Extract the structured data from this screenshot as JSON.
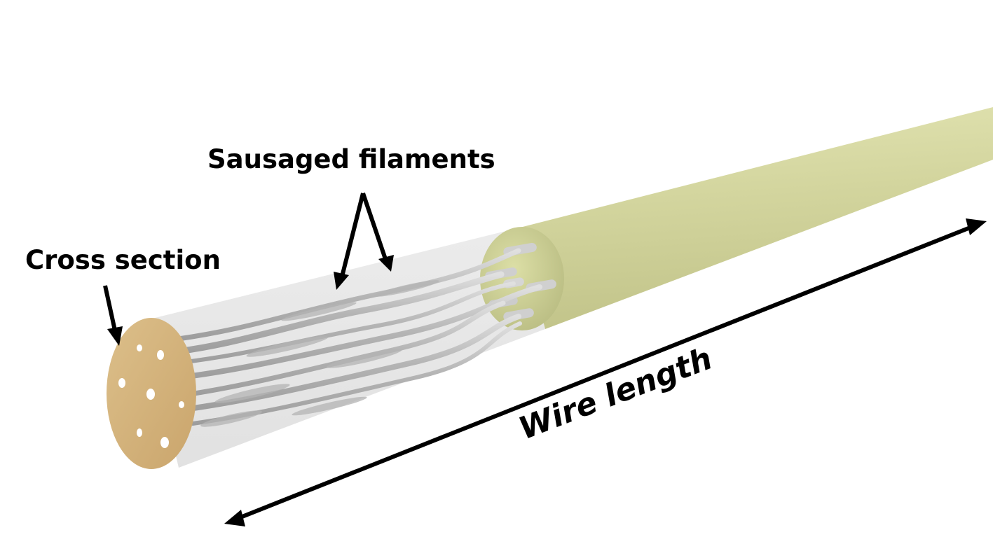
{
  "labels": {
    "sausaged_filaments": "Sausaged filaments",
    "cross_section": "Cross section",
    "wire_length": "Wire length"
  },
  "colors": {
    "sheath": "#d3d59e",
    "sheath_highlight": "#e6e8b8",
    "sheath_shadow": "#b8bb80",
    "end_face": "#d6b57e",
    "core_transparent": "#d8d8d8",
    "filament": "#b8b8b8",
    "filament_highlight": "#e4e4e4",
    "arrow": "#000000",
    "background": "#ffffff"
  },
  "icons": {
    "arrow_sausaged_left": "arrow-down-left-icon",
    "arrow_sausaged_right": "arrow-down-right-icon",
    "arrow_cross_section": "arrow-down-icon",
    "arrow_wire_length": "double-headed-arrow-icon"
  }
}
